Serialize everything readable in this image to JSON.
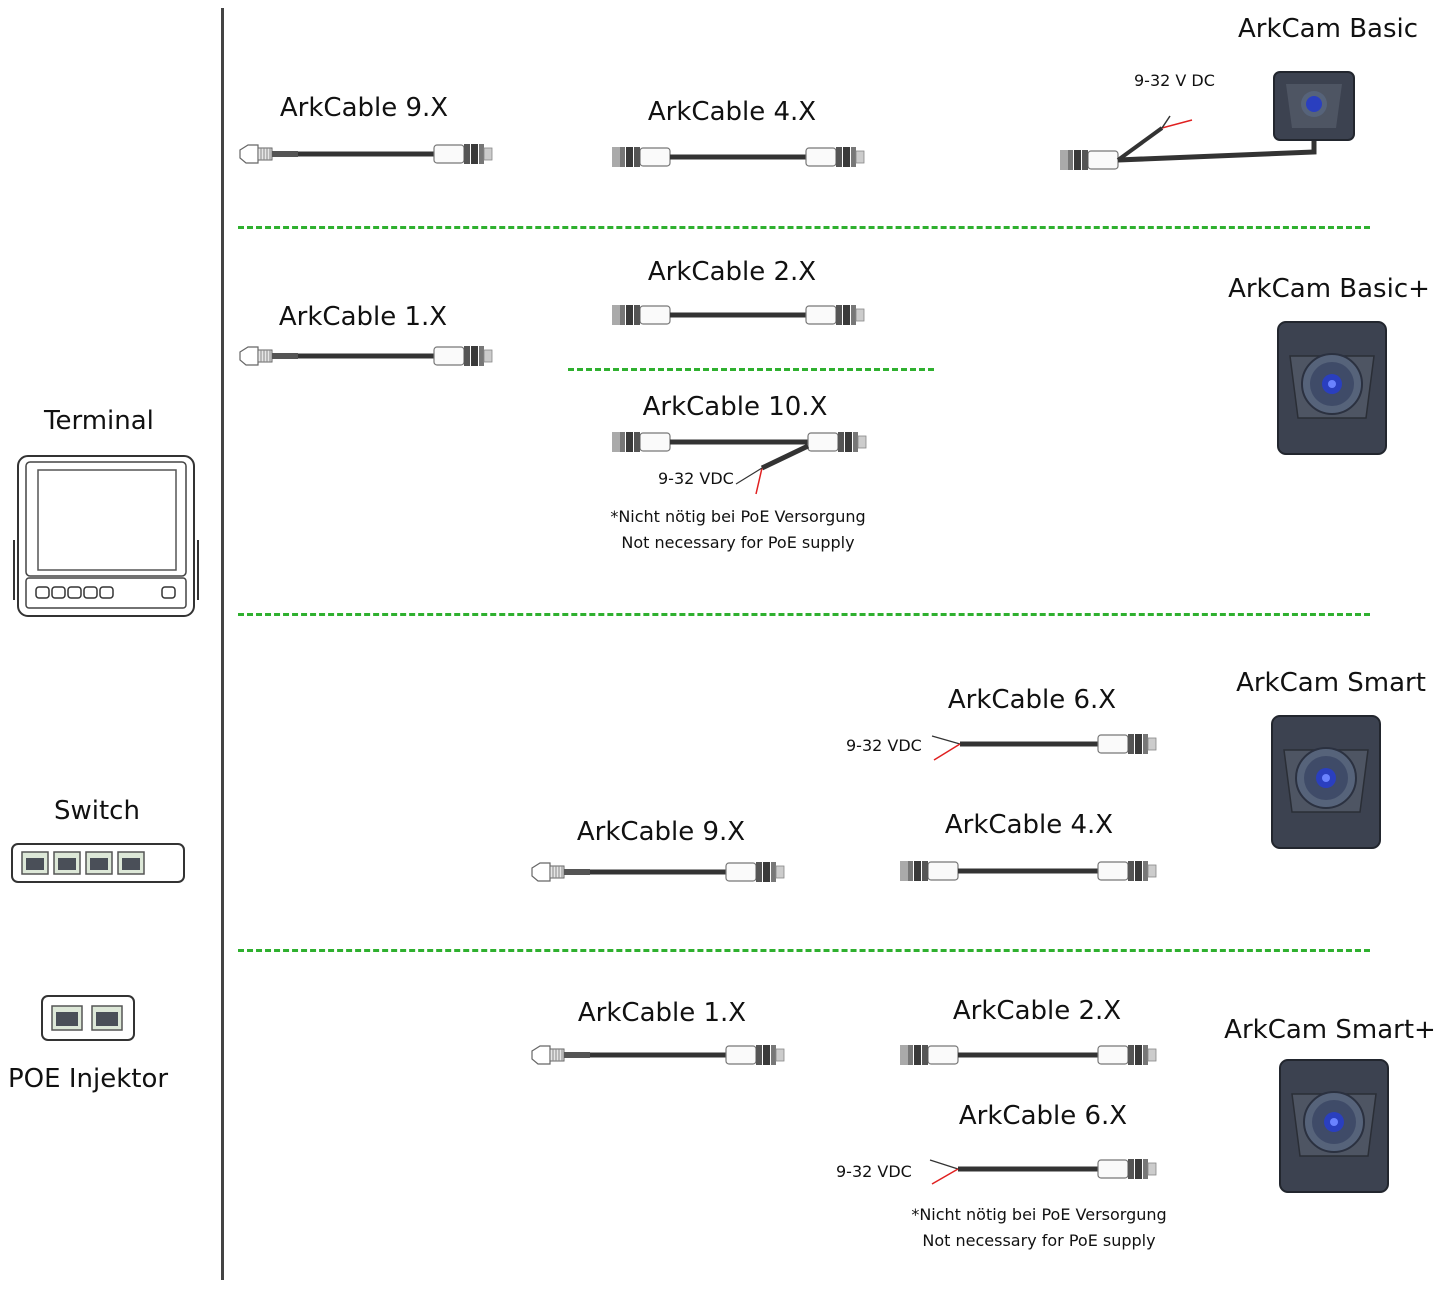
{
  "devices": {
    "terminal": "Terminal",
    "switch": "Switch",
    "poe_injector": "POE Injektor"
  },
  "cameras": {
    "basic": "ArkCam Basic",
    "basic_plus": "ArkCam Basic+",
    "smart": "ArkCam Smart",
    "smart_plus": "ArkCam Smart+"
  },
  "rows": {
    "basic": {
      "cable_a": "ArkCable 9.X",
      "cable_b": "ArkCable 4.X",
      "power": "9-32 V DC"
    },
    "basic_plus": {
      "cable_a": "ArkCable 1.X",
      "cable_b": "ArkCable 2.X",
      "cable_c": "ArkCable 10.X",
      "power": "9-32 VDC",
      "note_de": "*Nicht nötig bei PoE Versorgung",
      "note_en": "Not necessary for PoE supply"
    },
    "smart": {
      "cable_power": "ArkCable 6.X",
      "power": "9-32 VDC",
      "cable_a": "ArkCable 9.X",
      "cable_b": "ArkCable 4.X"
    },
    "smart_plus": {
      "cable_a": "ArkCable 1.X",
      "cable_b": "ArkCable 2.X",
      "cable_power": "ArkCable 6.X",
      "power": "9-32 VDC",
      "note_de": "*Nicht nötig bei PoE Versorgung",
      "note_en": "Not necessary for PoE supply"
    }
  },
  "colors": {
    "separator": "#2fb02f",
    "cable": "#333333",
    "power_wire": "#e02020",
    "camera_body": "#3c4250",
    "camera_lens": "#2a3fbf"
  }
}
